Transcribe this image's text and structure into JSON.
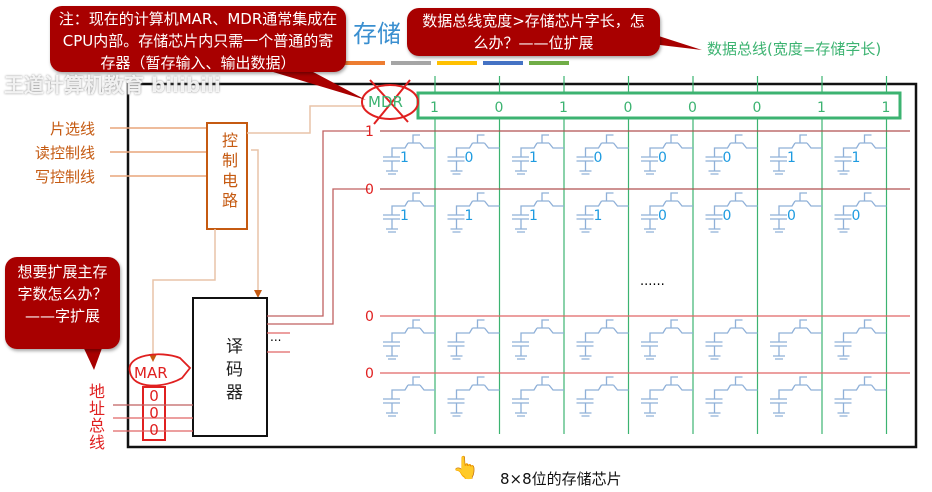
{
  "watermark": "王道计算机教育 bilibili",
  "title_fragment": "存储",
  "color_bars": [
    "#ed7d31",
    "#a5a5a5",
    "#ffc000",
    "#4472c4",
    "#70ad47"
  ],
  "callouts": {
    "note": "注：现在的计算机MAR、MDR通常集成在CPU内部。存储芯片内只需一个普通的寄存器（暂存输入、输出数据）",
    "bit_expansion": "数据总线宽度>存储芯片字长，怎么办？——位扩展",
    "word_expansion": "想要扩展主存字数怎么办？——字扩展"
  },
  "data_bus_label": "数据总线(宽度=存储字长)",
  "mdr": {
    "label": "MDR",
    "bits": [
      "1",
      "0",
      "1",
      "0",
      "0",
      "0",
      "1",
      "1"
    ]
  },
  "control": {
    "inputs": [
      "片选线",
      "读控制线",
      "写控制线"
    ],
    "box_label": "控制电路"
  },
  "decoder": {
    "label": "译码器",
    "ellipsis": "..."
  },
  "mar": {
    "label": "MAR",
    "bits": [
      "0",
      "0",
      "0"
    ]
  },
  "address_bus_label": "地址总线",
  "rows": [
    {
      "select": "1",
      "cells": [
        "1",
        "0",
        "1",
        "0",
        "0",
        "0",
        "1",
        "1"
      ]
    },
    {
      "select": "0",
      "cells": [
        "1",
        "1",
        "1",
        "1",
        "0",
        "0",
        "0",
        "0"
      ]
    },
    {
      "select": "0",
      "cells": [
        "",
        "",
        "",
        "",
        "",
        "",
        "",
        ""
      ]
    },
    {
      "select": "0",
      "cells": [
        "",
        "",
        "",
        "",
        "",
        "",
        "",
        ""
      ]
    }
  ],
  "middle_ellipsis": "......",
  "caption": "8×8位的存储芯片",
  "colors": {
    "bubble": "#a80000",
    "word_line": "#e06666",
    "bit_line": "#3cb371",
    "cell": "#8fb0d8",
    "value": "#1e9be0",
    "control": "#c55a11"
  }
}
